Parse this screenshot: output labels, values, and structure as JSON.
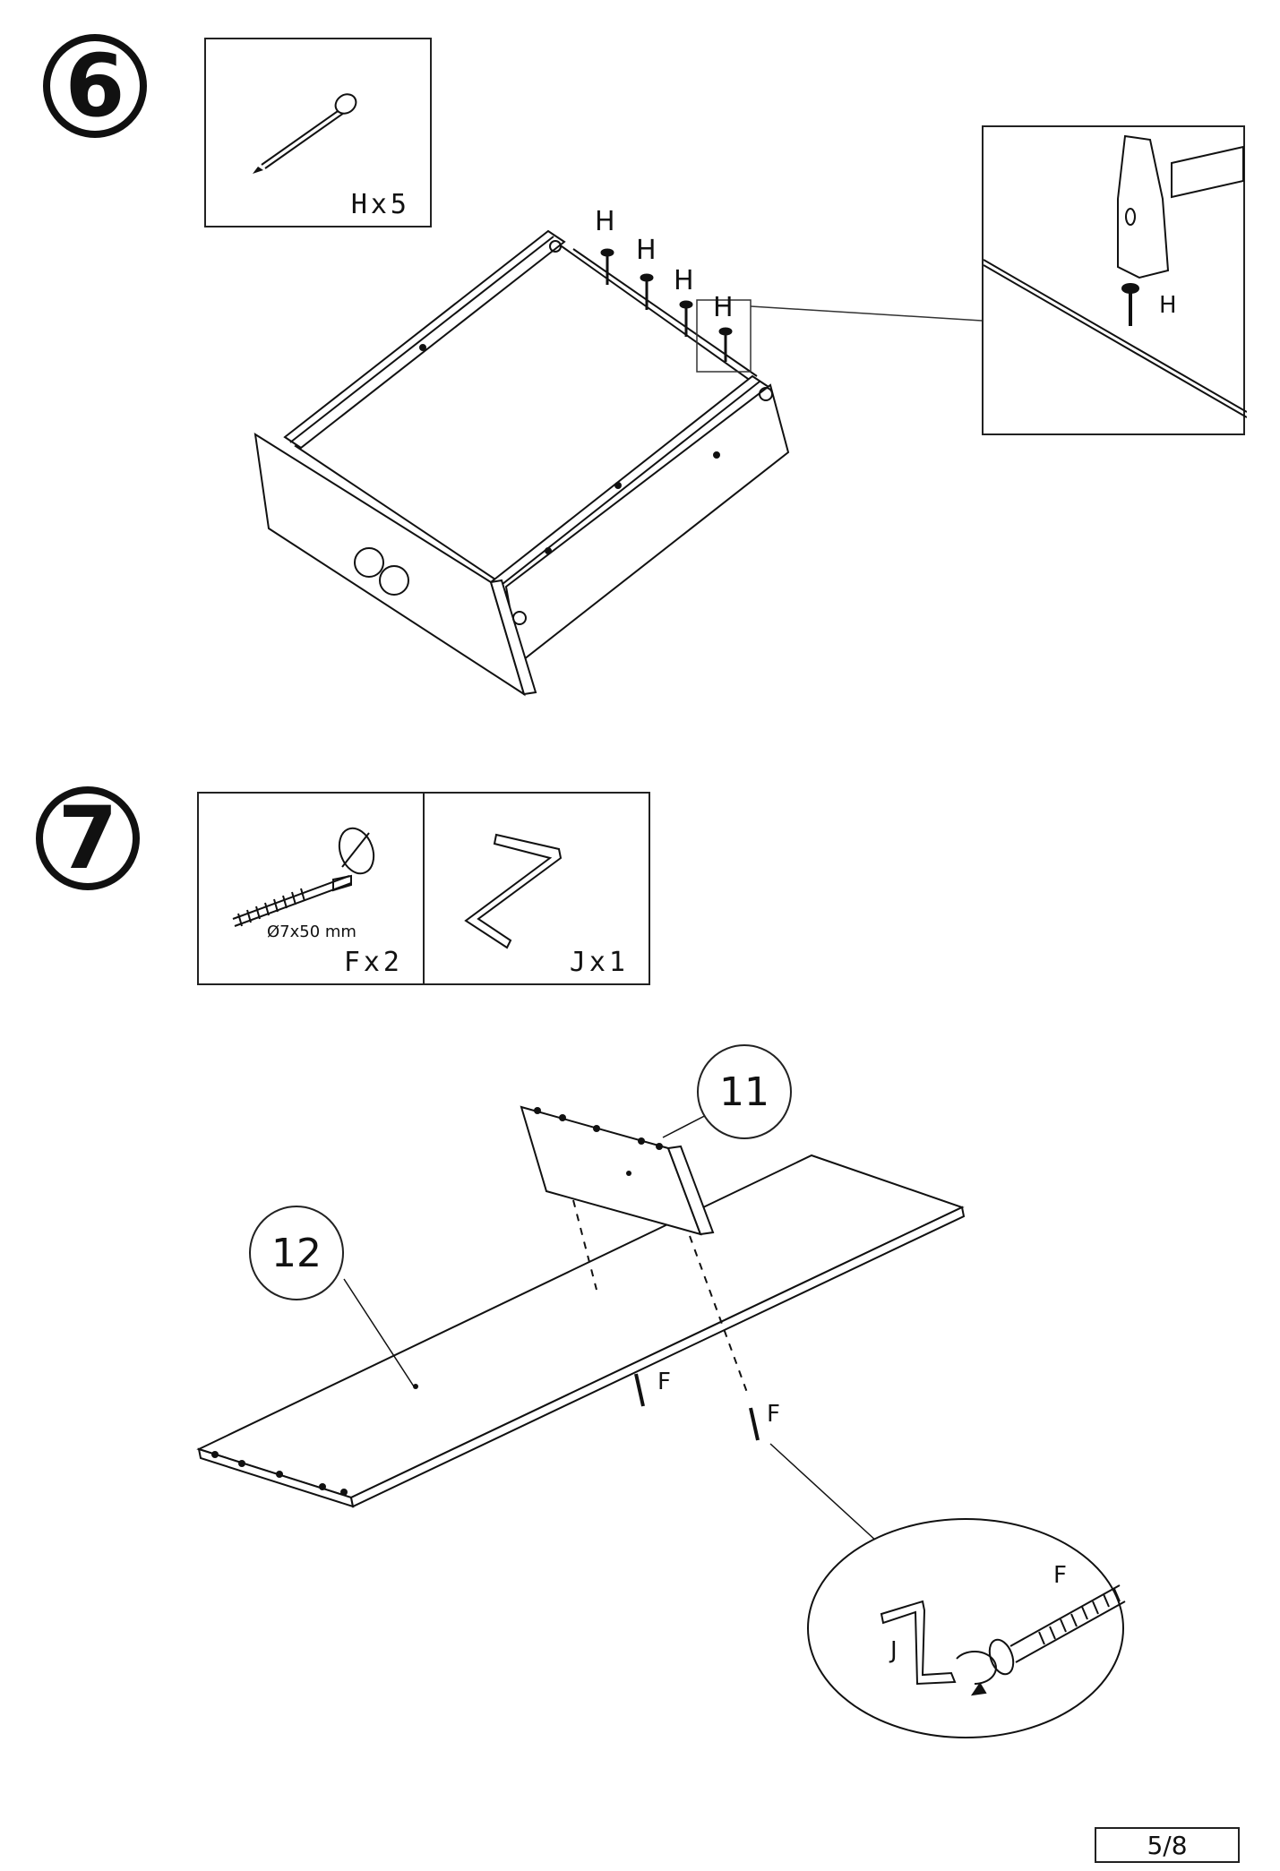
{
  "step6": {
    "number": "6",
    "part_box": {
      "quantity": "Hx5",
      "icon": "nail-icon"
    },
    "nail_labels": [
      "H",
      "H",
      "H",
      "H"
    ],
    "detail_label": "H"
  },
  "step7": {
    "number": "7",
    "part_f": {
      "dimension": "Ø7x50 mm",
      "quantity": "Fx2",
      "icon": "screw-icon"
    },
    "part_j": {
      "quantity": "Jx1",
      "icon": "allen-key-icon"
    },
    "panel_11": "11",
    "panel_12": "12",
    "screw_labels": [
      "F",
      "F"
    ],
    "detail": {
      "key_label": "J",
      "screw_label": "F"
    }
  },
  "footer": {
    "page": "5/8"
  }
}
